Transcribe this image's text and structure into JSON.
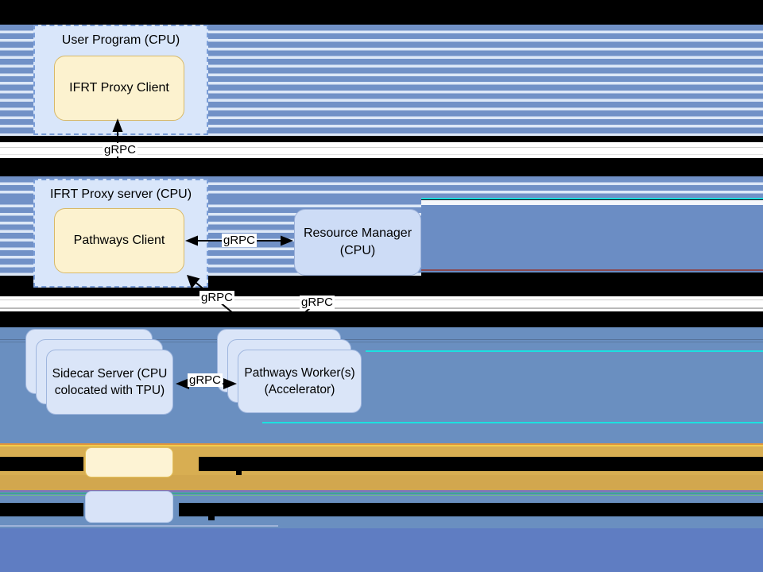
{
  "nodes": {
    "user_program": {
      "title": "User Program (CPU)",
      "child": "IFRT Proxy Client"
    },
    "ifrt_proxy_server": {
      "title": "IFRT Proxy server (CPU)",
      "child": "Pathways Client"
    },
    "resource_manager": {
      "line1": "Resource Manager",
      "line2": "(CPU)"
    },
    "sidecar_server": {
      "line1": "Sidecar Server (CPU",
      "line2": "colocated with TPU)"
    },
    "pathways_worker": {
      "line1": "Pathways Worker(s)",
      "line2": "(Accelerator)"
    }
  },
  "edges": {
    "client_up_to_proxy_client": {
      "label": "gRPC"
    },
    "resource_manager_to_pathways_client": {
      "label": "gRPC"
    },
    "pathways_client_down": {
      "label": "gRPC"
    },
    "resource_manager_to_worker": {
      "label": "gRPC"
    },
    "sidecar_to_worker": {
      "label": "gRPC"
    }
  },
  "legend": {
    "items": [
      {
        "swatch": "yellow-component",
        "swatch_color": "#fdf3d4",
        "label_visible": false
      },
      {
        "swatch": "blue-component",
        "swatch_color": "#d8e3f8",
        "label_visible": false
      }
    ]
  },
  "colors": {
    "stripe_blue": "#7191c7",
    "stripe_light": "#dde8f7",
    "solid_blue": "#6a8fc0",
    "deep_blue": "#5f7dc2",
    "gold_band": "#d8ae52",
    "container_fill": "#d9e6fa",
    "container_border": "#7b9ed8",
    "yellow_fill": "#fcf2cf",
    "yellow_border": "#d8b968",
    "node_fill": "#dae5f8",
    "node_border": "#9fb6de",
    "cyan_glitch_line": "#1ce0e0",
    "background": "#000000"
  }
}
